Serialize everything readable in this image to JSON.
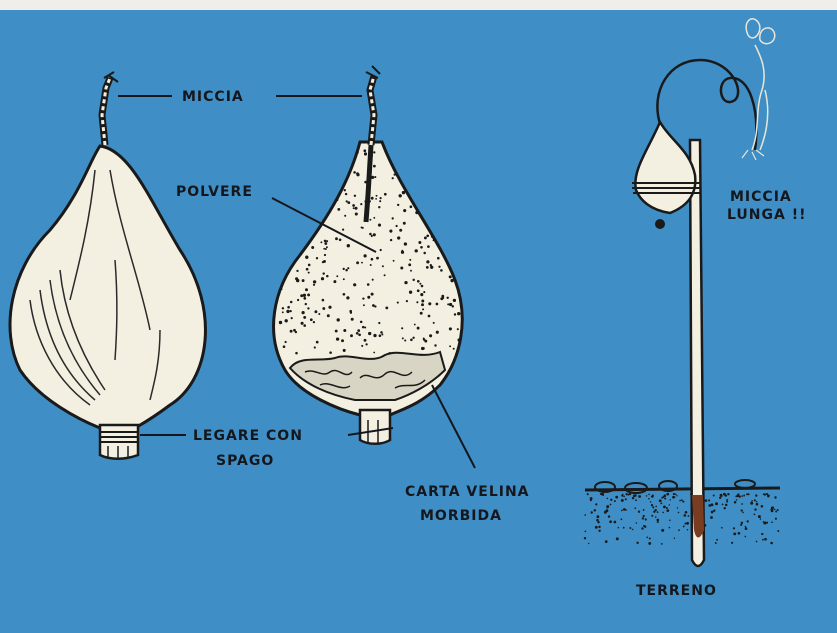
{
  "labels": {
    "miccia": "MICCIA",
    "polvere": "POLVERE",
    "legare_line1": "LEGARE CON",
    "legare_line2": "SPAGO",
    "carta_line1": "CARTA VELINA",
    "carta_line2": "MORBIDA",
    "miccia_lunga_line1": "MICCIA",
    "miccia_lunga_line2": "LUNGA !!",
    "terreno": "TERRENO"
  },
  "colors": {
    "background": "#3f8fc6",
    "bag": "#f3f0e2",
    "ink": "#15171c"
  }
}
